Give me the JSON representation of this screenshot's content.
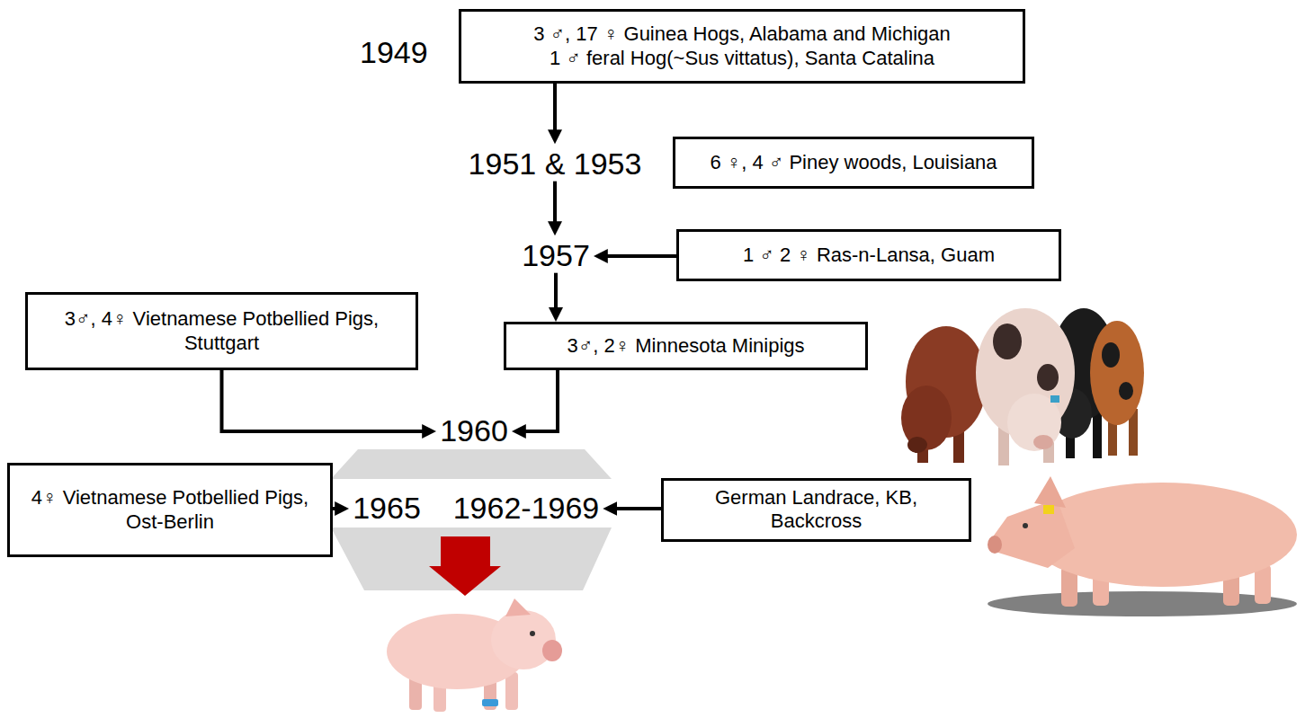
{
  "diagram": {
    "nodes": [
      {
        "text": [
          "3 ♂, 17 ♀ Guinea Hogs, Alabama and Michigan",
          "1 ♂ feral Hog(~Sus vittatus), Santa Catalina"
        ]
      },
      {
        "text": [
          "1951 & 1953"
        ]
      },
      {
        "text": [
          "6 ♀, 4 ♂ Piney woods, Louisiana"
        ]
      },
      {
        "text": [
          "1957"
        ]
      },
      {
        "text": [
          "1 ♂ 2 ♀ Ras-n-Lansa, Guam"
        ]
      },
      {
        "text": [
          "3♂, 4♀ Vietnamese Potbellied Pigs, Stuttgart"
        ]
      },
      {
        "text": [
          "3♂, 2♀ Minnesota Minipigs"
        ]
      },
      {
        "text": [
          "1960"
        ]
      },
      {
        "text": [
          "4♀ Vietnamese Potbellied Pigs, Ost-Berlin"
        ]
      },
      {
        "text": [
          "1965"
        ]
      },
      {
        "text": [
          "1962-1969"
        ]
      },
      {
        "text": [
          "German Landrace, KB, Backcross"
        ]
      }
    ],
    "edges": [
      {
        "from": 0,
        "to": 1,
        "arrow": "to"
      },
      {
        "from": 1,
        "to": 3,
        "arrow": "to"
      },
      {
        "from": 4,
        "to": 3,
        "arrow": "to"
      },
      {
        "from": 3,
        "to": 6,
        "arrow": "to"
      },
      {
        "from": 6,
        "to": 7,
        "arrow": "to"
      },
      {
        "from": 5,
        "to": 7,
        "arrow": "to"
      },
      {
        "from": 8,
        "to": 9,
        "arrow": "to"
      },
      {
        "from": 11,
        "to": 10,
        "arrow": "to"
      }
    ],
    "labels": [
      "1949"
    ]
  }
}
